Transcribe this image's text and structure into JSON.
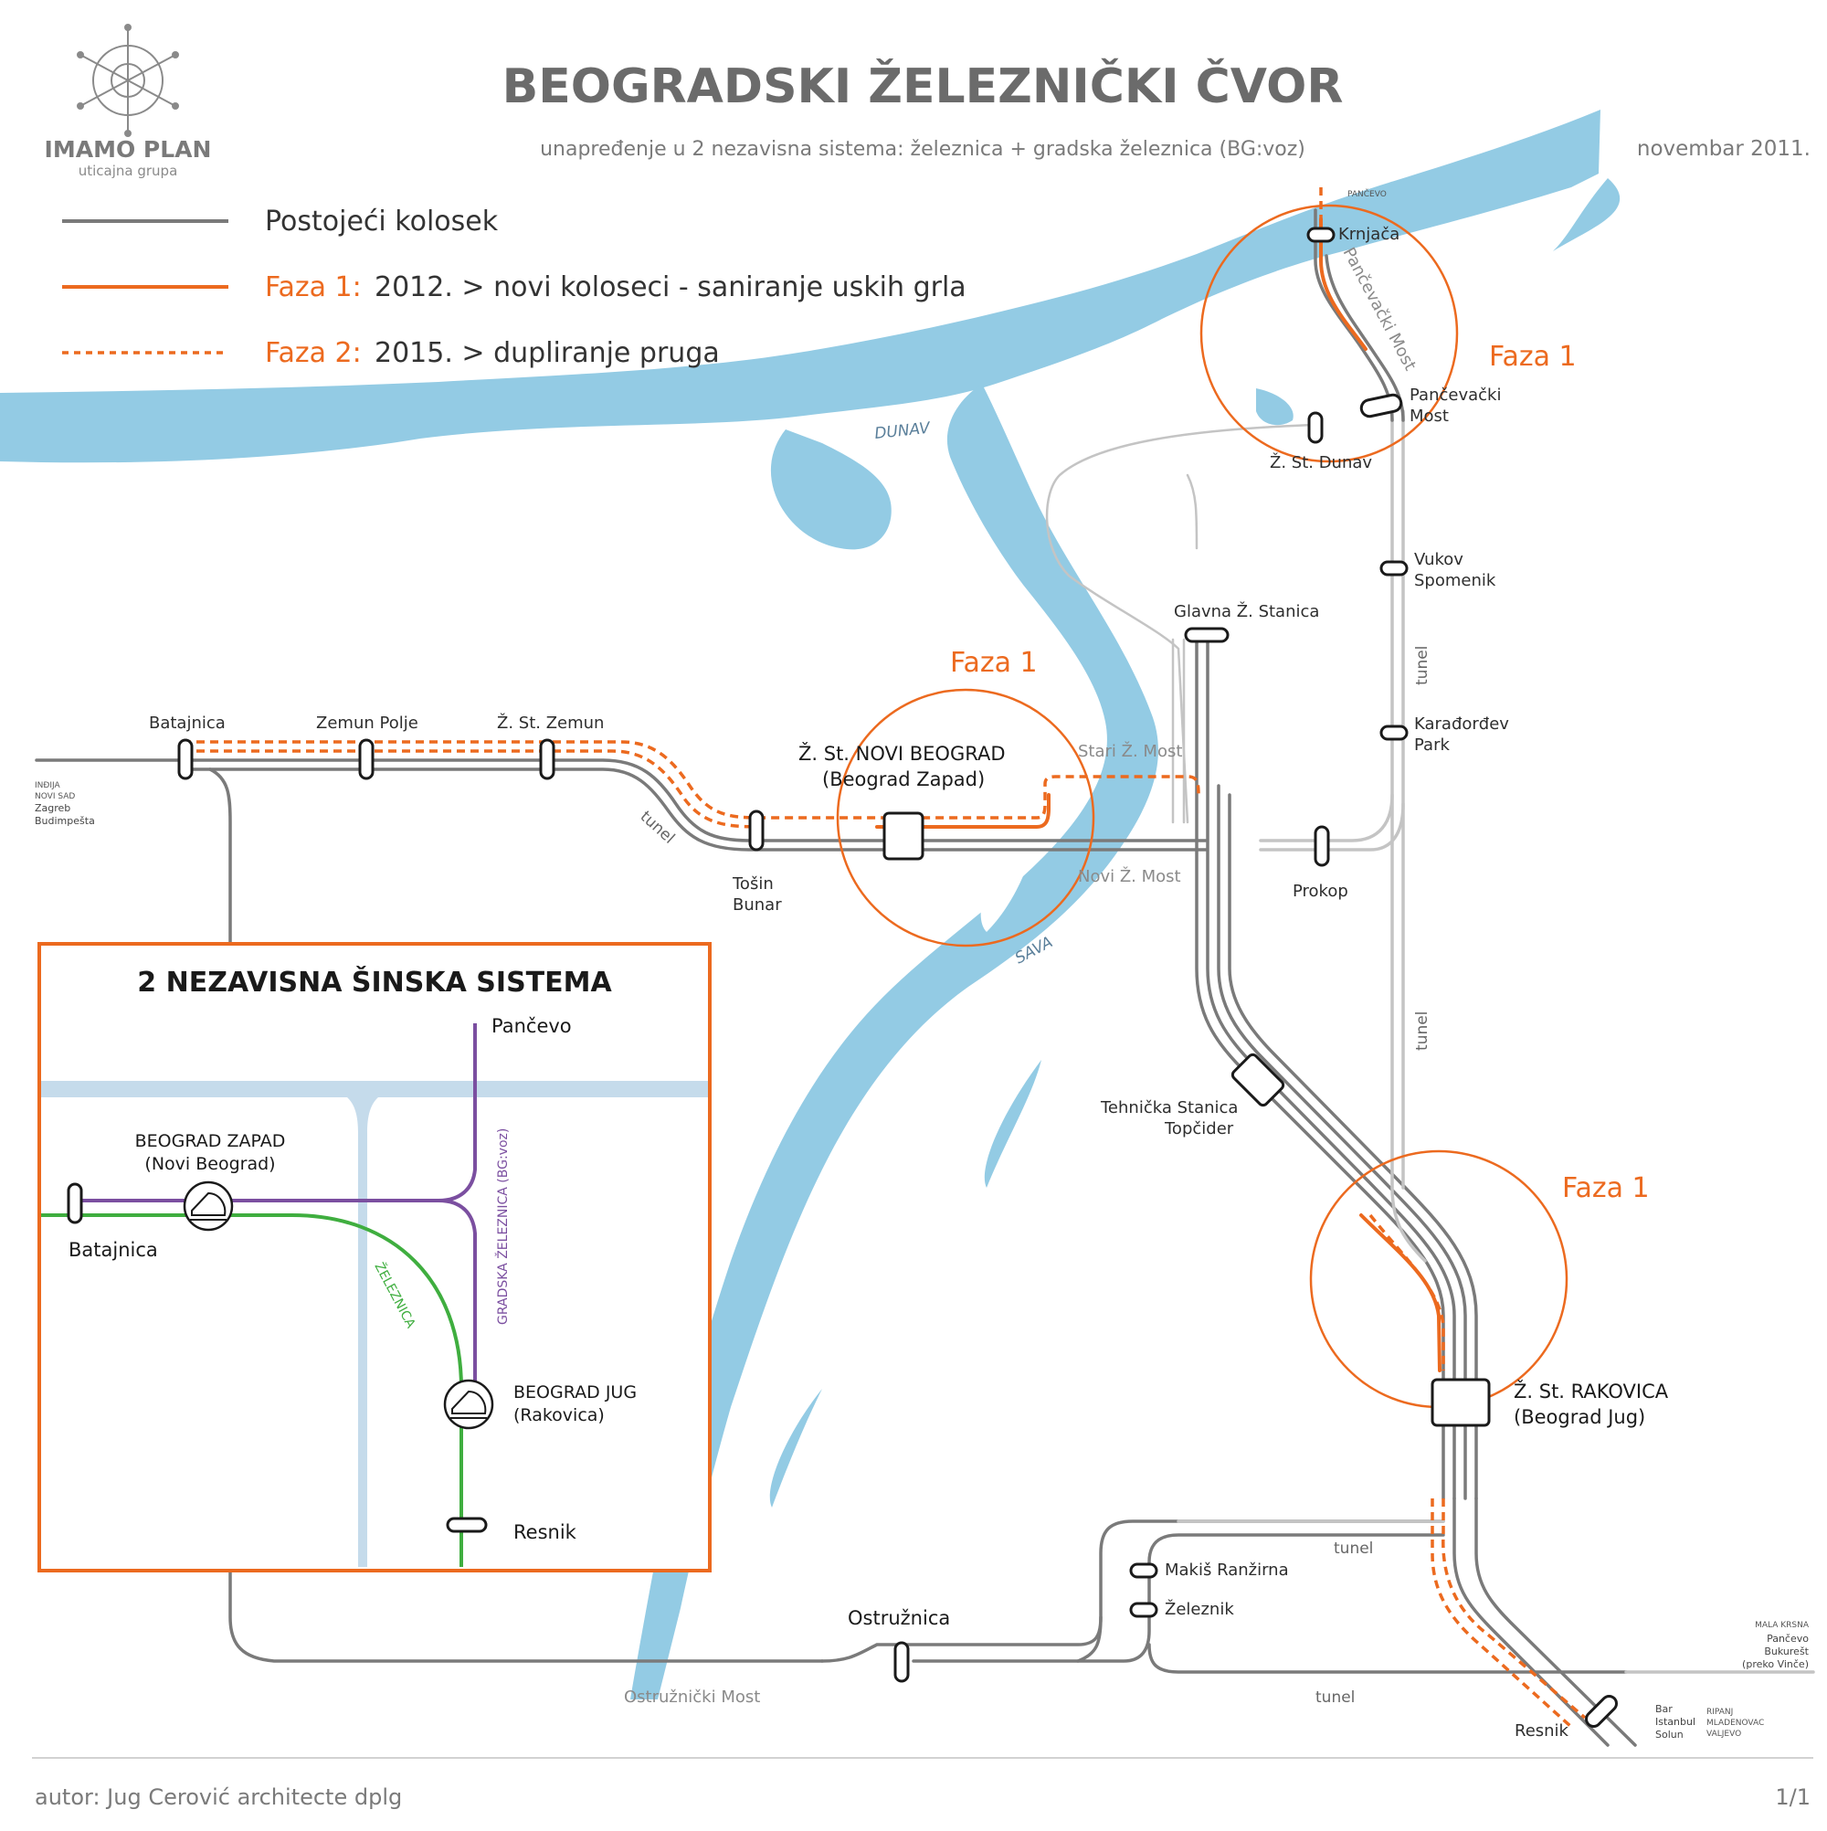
{
  "header": {
    "logo_name": "IMAMO PLAN",
    "logo_sub": "uticajna grupa",
    "title": "BEOGRADSKI ŽELEZNIČKI ČVOR",
    "subtitle": "unapređenje u 2 nezavisna sistema: železnica + gradska železnica (BG:voz)",
    "date": "novembar 2011."
  },
  "legend": {
    "existing": "Postojeći kolosek",
    "phase1_label": "Faza 1:",
    "phase1_text": "2012. > novi koloseci - saniranje uskih grla",
    "phase2_label": "Faza 2:",
    "phase2_text": "2015. > dupliranje pruga"
  },
  "colors": {
    "river": "#93cbe4",
    "track": "#7a7a7a",
    "track_light": "#c4c4c4",
    "phase": "#ec6a1f",
    "bgvoz": "#7b4fa0",
    "zeleznica": "#3fae3f"
  },
  "rivers": {
    "dunav": "DUNAV",
    "sava": "SAVA"
  },
  "phase_circles": {
    "north": "Faza 1",
    "west": "Faza 1",
    "south": "Faza 1"
  },
  "stations": {
    "krnjaca": "Krnjača",
    "pancevacki_most_label": "Pančevački Most",
    "pancevacki_most_a": "Pančevački",
    "pancevacki_most_b": "Most",
    "st_dunav": "Ž. St. Dunav",
    "vukov_a": "Vukov",
    "vukov_b": "Spomenik",
    "glavna": "Glavna Ž. Stanica",
    "karadjordjev_a": "Karađorđev",
    "karadjordjev_b": "Park",
    "batajnica": "Batajnica",
    "zemun_polje": "Zemun Polje",
    "zemun": "Ž. St. Zemun",
    "novi_beograd_a": "Ž. St. NOVI BEOGRAD",
    "novi_beograd_b": "(Beograd Zapad)",
    "stari_most": "Stari Ž. Most",
    "novi_most": "Novi Ž. Most",
    "tosin_a": "Tošin",
    "tosin_b": "Bunar",
    "prokop": "Prokop",
    "tehnicka_a": "Tehnička Stanica",
    "tehnicka_b": "Topčider",
    "rakovica_a": "Ž. St. RAKOVICA",
    "rakovica_b": "(Beograd Jug)",
    "makis": "Makiš Ranžirna",
    "zeleznik": "Železnik",
    "ostruznica": "Ostružnica",
    "ostruznicki_most": "Ostružnički Most",
    "resnik": "Resnik"
  },
  "tunnels": [
    "tunel",
    "tunel",
    "tunel",
    "tunel",
    "tunel"
  ],
  "destinations": {
    "pancevo_top": "PANČEVO",
    "west_small_a": "INĐIJA",
    "west_small_b": "NOVI SAD",
    "west_a": "Zagreb",
    "west_b": "Budimpešta",
    "east_small": "MALA KRSNA",
    "east_a": "Pančevo",
    "east_b": "Bukurešt",
    "east_c": "(preko Vinče)",
    "south_a": "Bar",
    "south_b": "Istanbul",
    "south_c": "Solun",
    "south_small_a": "RIPANJ",
    "south_small_b": "MLADENOVAC",
    "south_small_c": "VALJEVO"
  },
  "inset": {
    "title": "2 NEZAVISNA ŠINSKA SISTEMA",
    "pancevo": "Pančevo",
    "zapad_a": "BEOGRAD ZAPAD",
    "zapad_b": "(Novi Beograd)",
    "batajnica": "Batajnica",
    "jug_a": "BEOGRAD JUG",
    "jug_b": "(Rakovica)",
    "resnik": "Resnik",
    "bgvoz_label": "GRADSKA ŽELEZNICA (BG:voz)",
    "zeleznica_label": "ŽELEZNICA"
  },
  "footer": {
    "author": "autor: Jug Cerović architecte dplg",
    "page": "1/1"
  }
}
